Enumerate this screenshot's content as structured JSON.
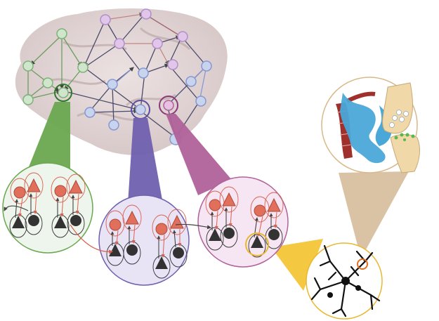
{
  "figure": {
    "description_free": true,
    "colors": {
      "background": "#ffffff",
      "brain": "#d8c8c8",
      "brain_shadow": "#c2aeae",
      "module_green": "#7fb27a",
      "module_green_fill": "#cfe6cc",
      "module_purple": "#6f63b0",
      "module_purple_fill": "#d6d0ee",
      "module_pink": "#b0629a",
      "module_pink_fill": "#f0d3ea",
      "module_blue_fill": "#c8d4ee",
      "excitatory": "#e0705c",
      "inhibitory": "#333333",
      "synapse_highlight": "#e8b830",
      "zoom_tan": "#d8b88a",
      "astrocyte": "#4aa8d8",
      "vessel": "#a0302c",
      "presynaptic": "#f0d8a8",
      "receptor": "#58b848"
    },
    "icons": [
      "brain-silhouette",
      "neuron-network",
      "pyramidal-neuron",
      "interneuron",
      "synapse",
      "astrocyte",
      "blood-vessel"
    ]
  }
}
